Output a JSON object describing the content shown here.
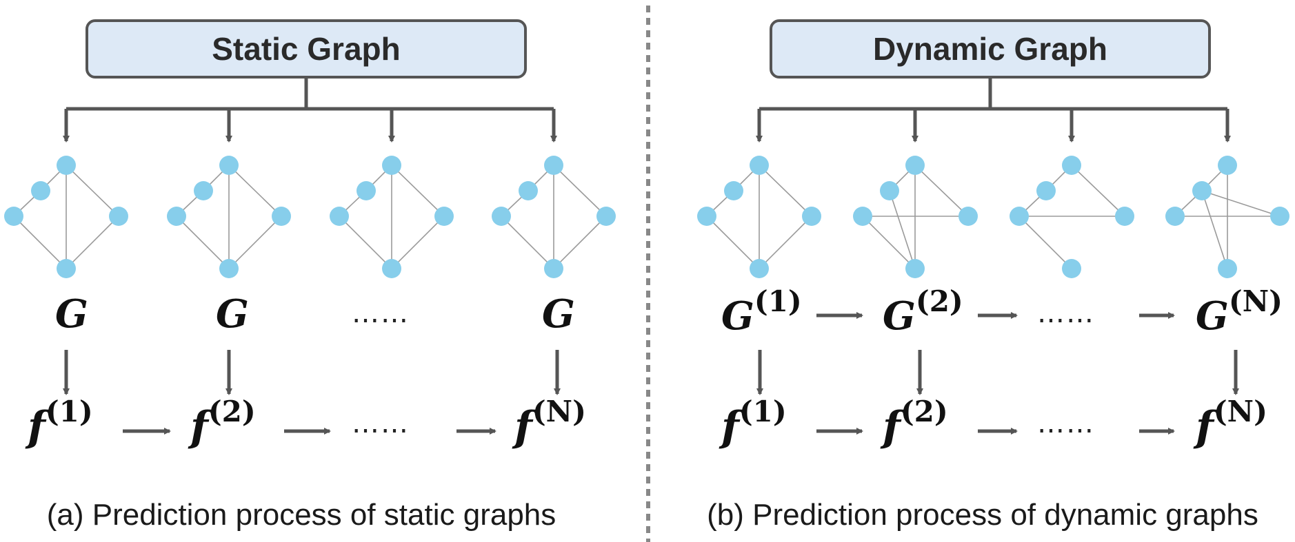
{
  "colors": {
    "node": "#87ceeb",
    "arrow": "#555555",
    "edge": "#9a9a9a",
    "box_fill": "#dde9f6",
    "box_stroke": "#555555",
    "divider": "#888888"
  },
  "panels": [
    {
      "id": "static",
      "title": "Static Graph",
      "caption": "(a) Prediction process of static graphs",
      "graph_row": [
        {
          "base": "G",
          "sup": ""
        },
        {
          "base": "G",
          "sup": ""
        },
        {
          "dots": "……"
        },
        {
          "base": "G",
          "sup": ""
        }
      ],
      "f_row": [
        {
          "base": "f",
          "sup": "(1)"
        },
        {
          "base": "f",
          "sup": "(2)"
        },
        {
          "dots": "……"
        },
        {
          "base": "f",
          "sup": "(N)"
        }
      ]
    },
    {
      "id": "dynamic",
      "title": "Dynamic Graph",
      "caption": "(b) Prediction process of dynamic graphs",
      "graph_row": [
        {
          "base": "G",
          "sup": "(1)"
        },
        {
          "base": "G",
          "sup": "(2)"
        },
        {
          "dots": "……"
        },
        {
          "base": "G",
          "sup": "(N)"
        }
      ],
      "f_row": [
        {
          "base": "f",
          "sup": "(1)"
        },
        {
          "base": "f",
          "sup": "(2)"
        },
        {
          "dots": "……"
        },
        {
          "base": "f",
          "sup": "(N)"
        }
      ]
    }
  ]
}
